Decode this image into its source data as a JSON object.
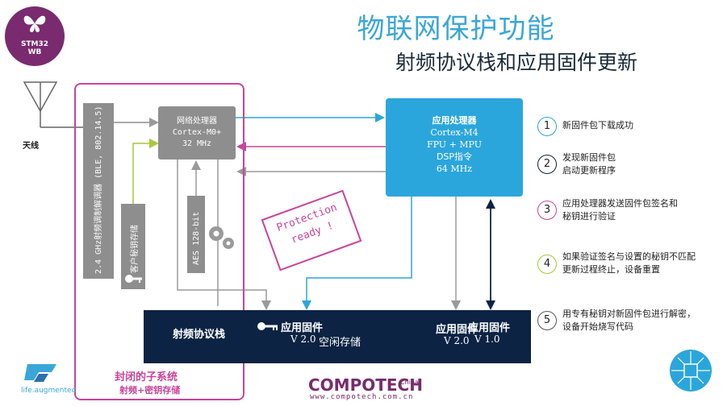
{
  "header": {
    "title": "物联网保护功能",
    "subtitle": "射频协议栈和应用固件更新"
  },
  "logo": {
    "chip": "STM32",
    "series": "WB"
  },
  "antenna": {
    "label": "天线"
  },
  "rf_block": {
    "label": "2.4 GHz射频调制解调器 (BLE, 802.14.5)"
  },
  "net_processor": {
    "line1": "网络处理器",
    "line2": "Cortex-M0+",
    "line3": "32 MHz"
  },
  "customer_key": {
    "label": "客户秘钥存储"
  },
  "aes": {
    "label": "AES 128-bit"
  },
  "app_processor": {
    "line1": "应用处理器",
    "line2": "Cortex-M4",
    "line3": "FPU + MPU",
    "line4": "DSP指令",
    "line5": "64 MHz"
  },
  "stamp": {
    "line1": "Protection",
    "line2": "ready !"
  },
  "memory_bar": {
    "rf_stack": "射频协议栈",
    "app_fw_1": "应用固件",
    "app_fw_1_version": "V 2.0",
    "free_storage": "空闲存储",
    "app_fw_2a": "应用固件",
    "app_fw_2b": "应用固件",
    "app_fw_2a_version": "V 2.0",
    "app_fw_2b_version": "V 1.0"
  },
  "steps": [
    {
      "num": "1",
      "text": "新固件包下载成功",
      "color": "#2ba6dc"
    },
    {
      "num": "2",
      "text": "发现新固件包\n启动更新程序",
      "color": "#0c2343"
    },
    {
      "num": "3",
      "text": "应用处理器发送固件包签名和\n秘钥进行验证",
      "color": "#c8449a"
    },
    {
      "num": "4",
      "text": "如果验证签名与设置的秘钥不匹配\n更新过程终止，设备重置",
      "color": "#a8c83a"
    },
    {
      "num": "5",
      "text": "用专有秘钥对新固件包进行解密，\n设备开始烧写代码",
      "color": "#555555"
    }
  ],
  "subsystem": {
    "title": "封闭的子系统",
    "subtitle": "射频+密钥存储"
  },
  "footer": {
    "brand": "COMPOTECH",
    "brand_suffix": "China",
    "url": "www.compotech.com.cn",
    "st_tagline": "life.augmented"
  },
  "colors": {
    "accent_blue": "#2ba6dc",
    "magenta": "#c8449a",
    "navy": "#0c2343",
    "gray": "#8e8e8e",
    "lime": "#a8c83a"
  }
}
